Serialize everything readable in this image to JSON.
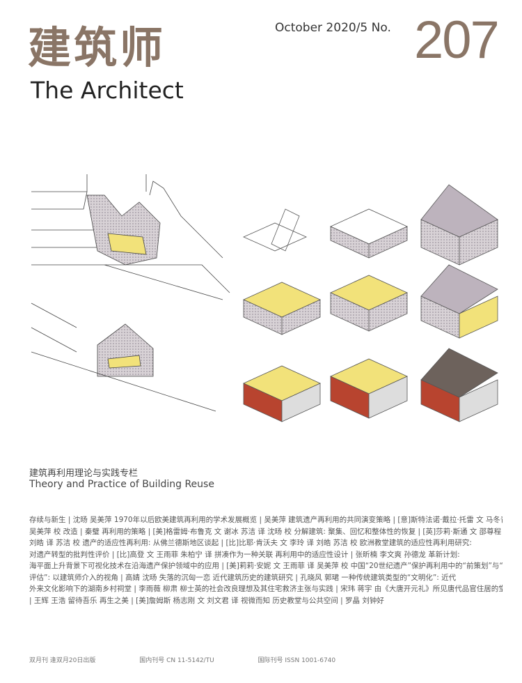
{
  "masthead": {
    "title_cn": "建筑师",
    "title_en": "The Architect",
    "issue_line": "October 2020/5  No.",
    "issue_number": "207"
  },
  "column": {
    "title_cn": "建筑再利用理论与实践专栏",
    "title_en": "Theory and Practice of Building Reuse"
  },
  "toc_lines": [
    "存续与新生 | 沈旸 吴美萍   1970年以后欧美建筑再利用的学术发展概览 | 吴美萍   建筑遗产再利用的共同演变策略 | [意]斯特法诺·戴拉·托雷 文 马冬青 译",
    "吴美萍 校   改造 | 秦璧   再利用的策略 | [美]格雷姆·布鲁克 文 谢冰 苏洁 译 沈旸 校   分解建筑: 聚集、回忆和整体性的恢复 | [英]莎莉·斯通 文 邵尊程",
    "刘皓 译 苏洁 校   遗产的适应性再利用: 从佛兰德斯地区谈起 | [比]比耶·肯沃夫 文 李玲 译 刘皓 苏洁 校   欧洲教堂建筑的适应性再利用研究:",
    "对遗产转型的批判性评价 | [比]高登 文 王雨菲 朱柏宁 译   拼凑作为一种关联   再利用中的适应性设计 | 张昕楠 李文爽 孙德龙   革新计划:",
    "海平面上升背景下可视化技术在沿海遗产保护领域中的应用 | [美]莉莉·安妮 文 王雨菲 译 吴美萍 校   中国“20世纪遗产”保护再利用中的“前策划”与“后",
    "评估”: 以建筑师介入的视角 | 高婧 沈旸   失落的沉匈一恋   近代建筑历史的建筑研究 | 孔晓风 郭珺   一种传统建筑类型的“文明化”: 近代",
    "外来文化影响下的湖南乡村祠堂 | 李雨薇 柳肃   柳士英的社会改良理想及其住宅救济主张与实践 | 宋玮 蒋宇   由《大唐开元礼》所见唐代品官住居的堂室格局",
    "| 王辉 王浩   留待吾乐   再生之美 | [美]詹姆斯 杨志刚 文 刘文君 译   视微而知   历史教堂与公共空间 | 罗晶 刘钟好"
  ],
  "footer": {
    "frequency": "双月刊  逢双月20日出版",
    "cn_number": "国内刊号 CN 11-5142/TU",
    "issn": "国际刊号 ISSN 1001-6740"
  },
  "colors": {
    "brand": "#8a7566",
    "accent_yellow": "#f2e27a",
    "accent_red": "#b8442f",
    "hatch": "#9a8f96"
  }
}
